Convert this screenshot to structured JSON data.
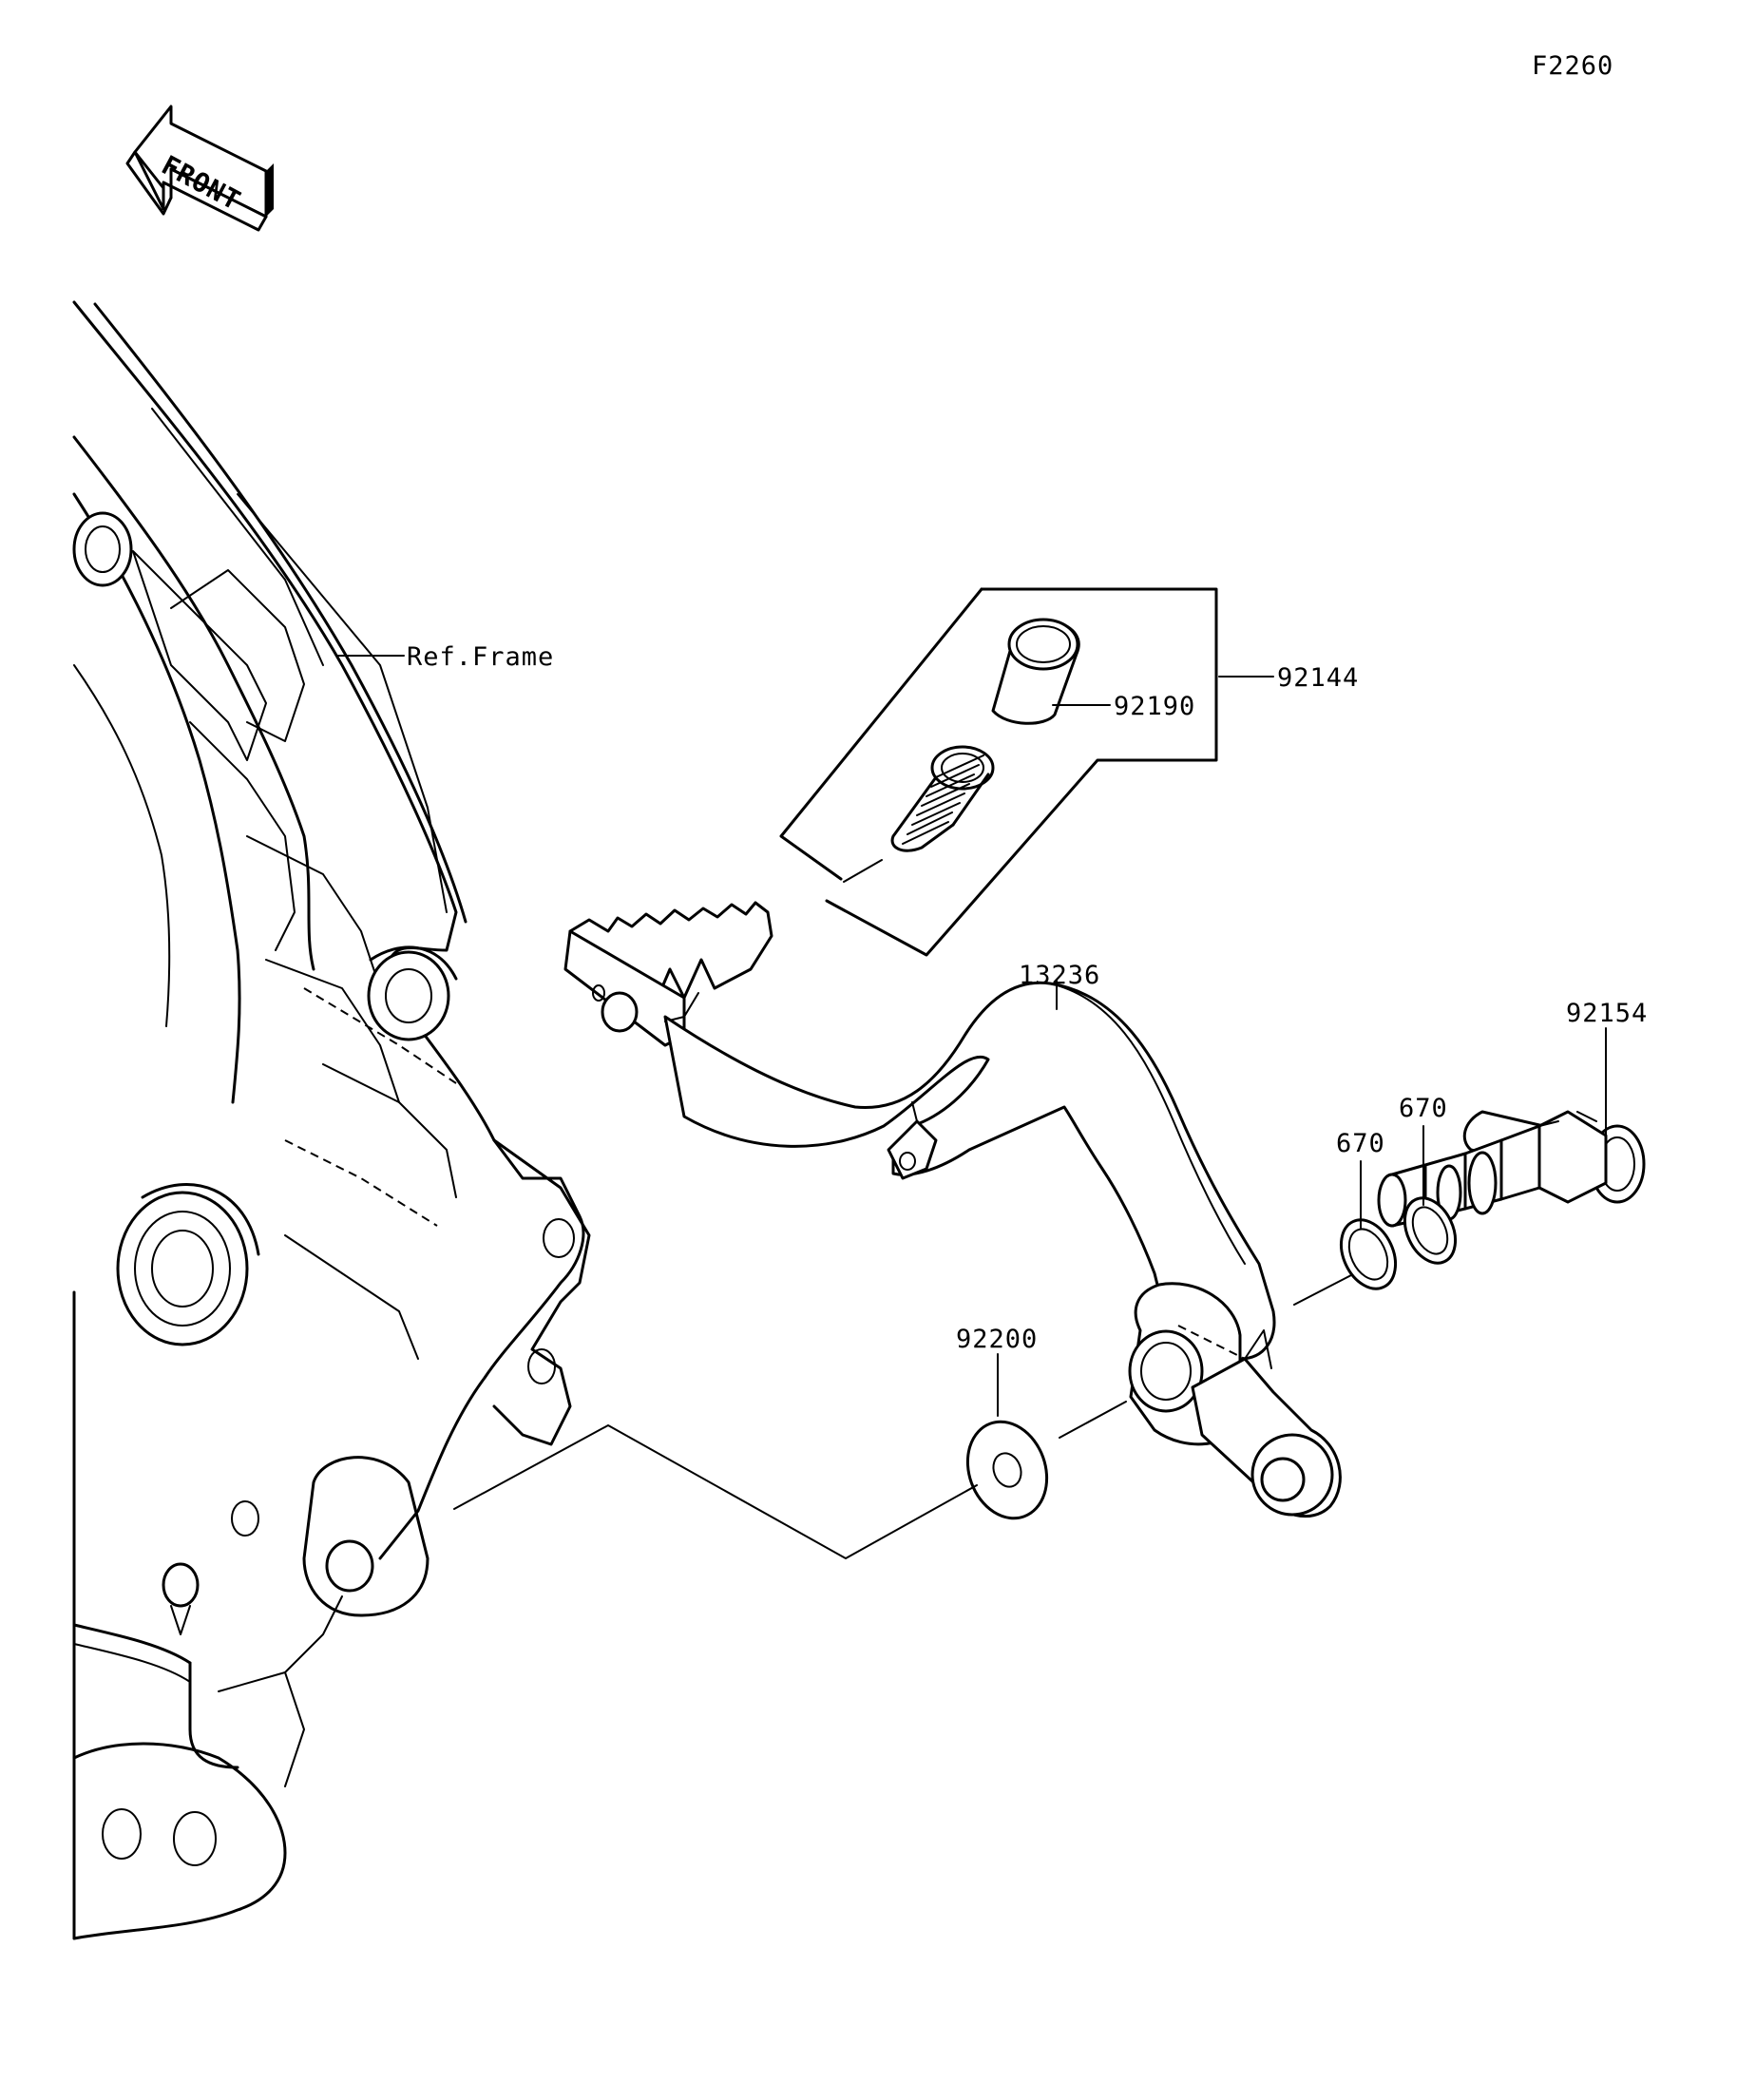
{
  "diagram": {
    "code": "F2260",
    "front_label": "FRONT",
    "ref_label": "Ref.Frame",
    "parts": [
      {
        "number": "92144"
      },
      {
        "number": "92190"
      },
      {
        "number": "13236"
      },
      {
        "number": "92154"
      },
      {
        "number": "670"
      },
      {
        "number": "670"
      },
      {
        "number": "92200"
      }
    ]
  }
}
